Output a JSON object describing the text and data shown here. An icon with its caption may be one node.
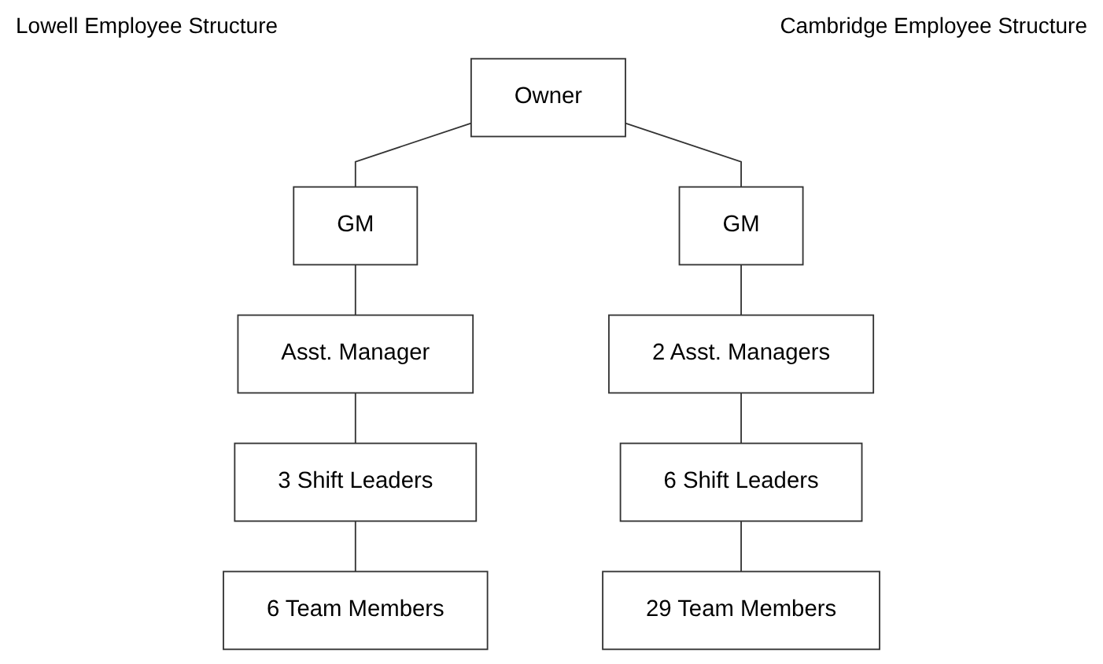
{
  "diagram": {
    "nodes": [
      {
        "text": [
          "Owner"
        ]
      },
      {
        "text": [
          "GM"
        ]
      },
      {
        "text": [
          "Asst. Manager"
        ]
      },
      {
        "text": [
          "3 Shift Leaders"
        ]
      },
      {
        "text": [
          "6 Team Members"
        ]
      },
      {
        "text": [
          "GM"
        ]
      },
      {
        "text": [
          "2 Asst. Managers"
        ]
      },
      {
        "text": [
          "6 Shift Leaders"
        ]
      },
      {
        "text": [
          "29 Team Members"
        ]
      }
    ],
    "edges": [
      {
        "from": 0,
        "to": 1,
        "arrow": "none"
      },
      {
        "from": 1,
        "to": 2,
        "arrow": "none"
      },
      {
        "from": 2,
        "to": 3,
        "arrow": "none"
      },
      {
        "from": 3,
        "to": 4,
        "arrow": "none"
      },
      {
        "from": 0,
        "to": 5,
        "arrow": "none"
      },
      {
        "from": 5,
        "to": 6,
        "arrow": "none"
      },
      {
        "from": 6,
        "to": 7,
        "arrow": "none"
      },
      {
        "from": 7,
        "to": 8,
        "arrow": "none"
      }
    ],
    "labels": [
      "Lowell Employee Structure",
      "Cambridge Employee Structure"
    ]
  }
}
